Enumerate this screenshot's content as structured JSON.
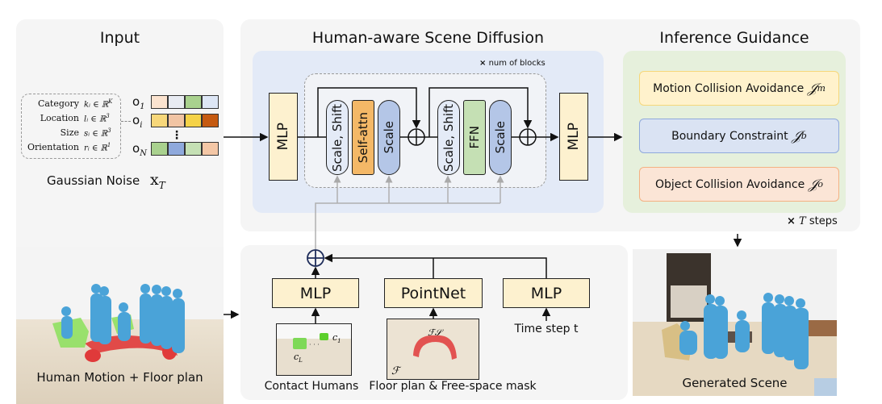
{
  "panels": {
    "input": {
      "title": "Input",
      "attributes": [
        {
          "name": "Category",
          "symbol": "k_i ∈ ℝ^K",
          "sym_main": "kᵢ ∈ ℝ",
          "sym_sup": "K"
        },
        {
          "name": "Location",
          "symbol": "l_i ∈ ℝ^3",
          "sym_main": "lᵢ ∈ ℝ",
          "sym_sup": "3"
        },
        {
          "name": "Size",
          "symbol": "s_i ∈ ℝ^3",
          "sym_main": "sᵢ ∈ ℝ",
          "sym_sup": "3"
        },
        {
          "name": "Orientation",
          "symbol": "r_i ∈ ℝ^1",
          "sym_main": "rᵢ ∈ ℝ",
          "sym_sup": "1"
        }
      ],
      "tokens": [
        {
          "label_main": "o",
          "label_sub": "1",
          "colors": [
            "#fbe3cf",
            "#e8ebf2",
            "#a9d18e",
            "#dde6f5"
          ]
        },
        {
          "label_main": "o",
          "label_sub": "i",
          "colors": [
            "#f7d77a",
            "#f1c4a3",
            "#f5d247",
            "#c55a11"
          ]
        },
        {
          "label_main": "o",
          "label_sub": "N",
          "colors": [
            "#a9d18e",
            "#8fa9dc",
            "#c5e0b4",
            "#f4c7a6"
          ]
        }
      ],
      "ellipsis": "⋮",
      "noise_label": "Gaussian Noise",
      "noise_symbol_main": "x",
      "noise_symbol_sub": "T",
      "image_caption": "Human Motion + Floor plan"
    },
    "diffusion": {
      "title": "Human-aware Scene Diffusion",
      "repeat_label": "num of blocks",
      "repeat_mark": "×",
      "mlp_in": "MLP",
      "mlp_out": "MLP",
      "block1": [
        "Scale, Shift",
        "Self-attn",
        "Scale"
      ],
      "block2": [
        "Scale, Shift",
        "FFN",
        "Scale"
      ],
      "plus_symbol": "⊕"
    },
    "guidance": {
      "title": "Inference Guidance",
      "items": [
        {
          "label": "Motion Collision Avoidance",
          "symbol_main": "𝒥",
          "symbol_sub": "m",
          "bg": "#fff2cc",
          "border": "#f6d77a"
        },
        {
          "label": "Boundary Constraint",
          "symbol_main": "𝒥",
          "symbol_sub": "b",
          "bg": "#dae3f3",
          "border": "#8fa9dc"
        },
        {
          "label": "Object Collision Avoidance",
          "symbol_main": "𝒥",
          "symbol_sub": "o",
          "bg": "#fbe5d6",
          "border": "#f4b183"
        }
      ],
      "steps_mark": "×",
      "steps_symbol": "T",
      "steps_label": "steps"
    },
    "condition": {
      "encoders": [
        {
          "label": "MLP",
          "input_caption": "Contact Humans"
        },
        {
          "label": "PointNet",
          "input_caption": "Floor plan & Free-space mask"
        },
        {
          "label": "MLP",
          "input_caption": "Time step t"
        }
      ],
      "contact_labels": {
        "first": "c",
        "first_sub": "1",
        "last": "c",
        "last_sub": "L"
      },
      "floor_labels": {
        "free_space": "𝓕𝓢",
        "floor": "𝓕"
      }
    },
    "output": {
      "caption": "Generated Scene"
    }
  },
  "colors": {
    "panel_bg": "#f5f5f5",
    "diffusion_bg": "#e3eaf7",
    "guidance_bg": "#e6f0dc",
    "mlp_fill": "#fdf1cf",
    "scale_shift_fill": "#e4ebf7",
    "self_attn_fill": "#f4b867",
    "scale_fill": "#b4c6e7",
    "ffn_fill": "#c5e0b4",
    "human_blue": "#4aa3d8",
    "floor_red": "#e03a3a",
    "contact_green": "#7ed957"
  }
}
